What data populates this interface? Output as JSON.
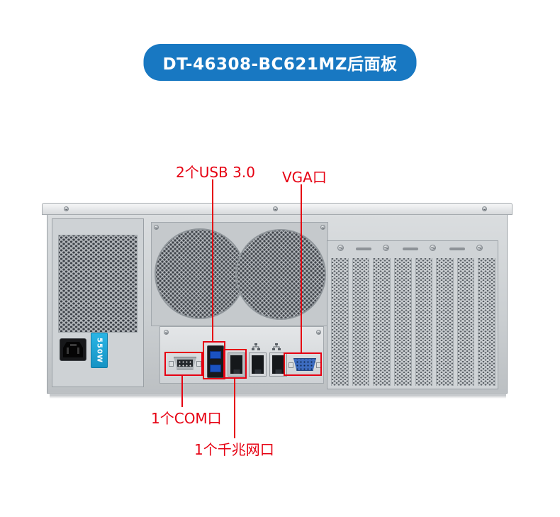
{
  "header": {
    "title": "DT-46308-BC621MZ后面板"
  },
  "annotations": {
    "usb": {
      "label": "2个USB 3.0"
    },
    "vga": {
      "label": "VGA口"
    },
    "com": {
      "label": "1个COM口"
    },
    "lan": {
      "label": "1个千兆网口"
    }
  },
  "chassis": {
    "psu_sticker": "550W"
  },
  "icons": {
    "lan_icon": "network-nodes"
  },
  "colors": {
    "header_blue": "#1878c2",
    "annotation_red": "#e60012",
    "usb_blue": "#1b52c0",
    "vga_blue": "#3d6cc0",
    "psu_sticker_cyan": "#2ab5e5"
  }
}
